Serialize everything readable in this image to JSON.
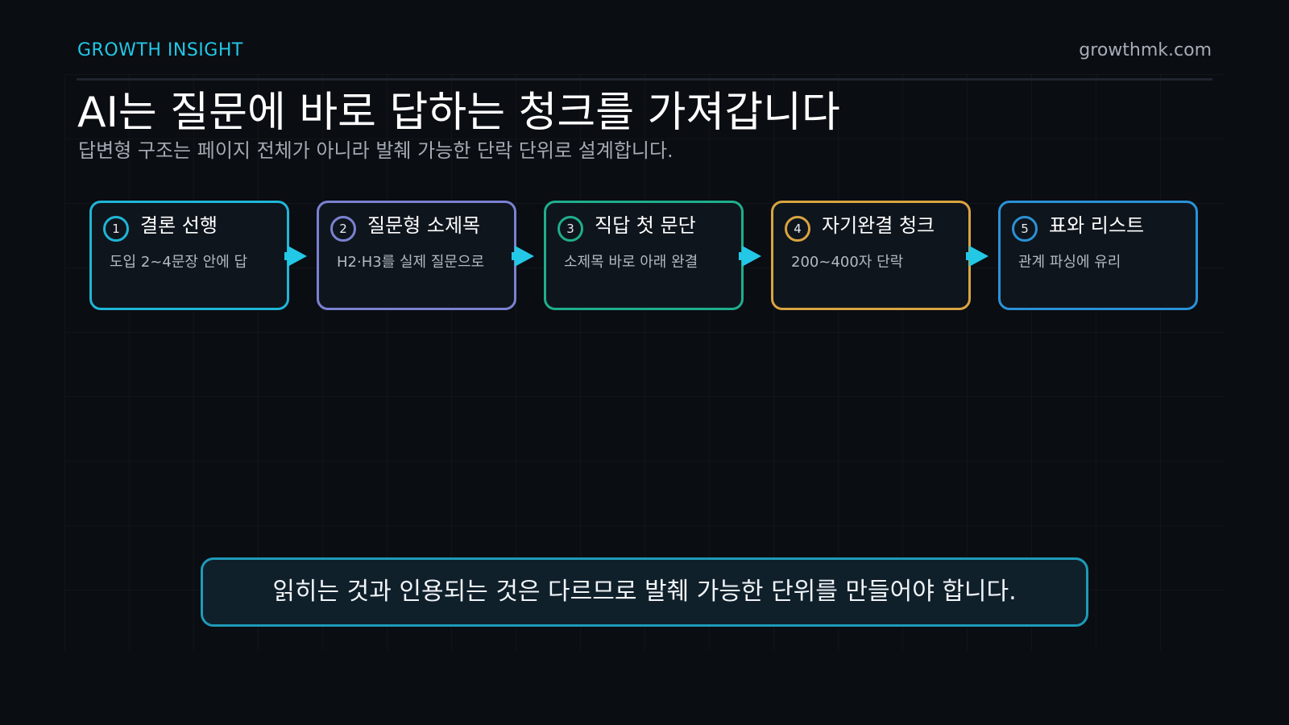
{
  "header": {
    "brand": "GROWTH INSIGHT",
    "site": "growthmk.com"
  },
  "title": "AI는 질문에 바로 답하는 청크를 가져갑니다",
  "subtitle": "답변형 구조는 페이지 전체가 아니라 발췌 가능한 단락 단위로 설계합니다.",
  "steps": [
    {
      "num": "1",
      "title": "결론 선행",
      "desc": "도입 2~4문장 안에 답",
      "color": "#1fb6d6"
    },
    {
      "num": "2",
      "title": "질문형 소제목",
      "desc": "H2·H3를 실제 질문으로",
      "color": "#7b82d1"
    },
    {
      "num": "3",
      "title": "직답 첫 문단",
      "desc": "소제목 바로 아래 완결",
      "color": "#1fae8c"
    },
    {
      "num": "4",
      "title": "자기완결 청크",
      "desc": "200~400자 단락",
      "color": "#d9a441"
    },
    {
      "num": "5",
      "title": "표와 리스트",
      "desc": "관계 파싱에 유리",
      "color": "#2a92d6"
    }
  ],
  "callout": "읽히는 것과 인용되는 것은 다르므로 발췌 가능한 단위를 만들어야 합니다.",
  "colors": {
    "accent": "#22c8e6",
    "background": "#0a0d12",
    "callout_border": "#1e9bb8"
  }
}
